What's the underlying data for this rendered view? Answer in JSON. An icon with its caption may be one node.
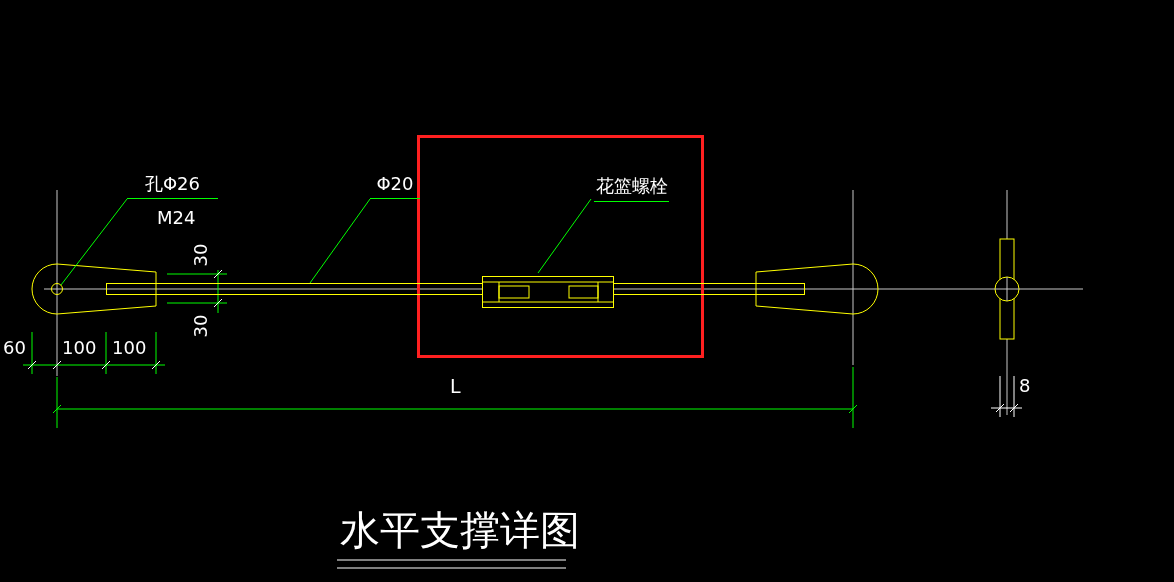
{
  "diagram": {
    "title": "水平支撑详图",
    "nodes": [
      {
        "text": [
          "孔Φ26"
        ],
        "beside": [
          "M24"
        ]
      },
      {
        "text": [],
        "shape": "circle"
      },
      {
        "text": [
          "Φ20"
        ]
      },
      {
        "text": [],
        "shape": "bar"
      },
      {
        "text": [],
        "shape": "box"
      },
      {
        "text": [
          "花篮螺栓"
        ],
        "in": 4
      },
      {
        "text": [],
        "shape": "box",
        "in": 4
      }
    ],
    "edges": [
      {
        "from": 0,
        "to": 1,
        "arrow": "none"
      },
      {
        "from": 2,
        "to": 3,
        "arrow": "none"
      },
      {
        "from": 5,
        "to": 6,
        "arrow": "none"
      }
    ],
    "labels": [
      "30",
      "30",
      "60",
      "100",
      "100",
      "L",
      "8"
    ]
  }
}
